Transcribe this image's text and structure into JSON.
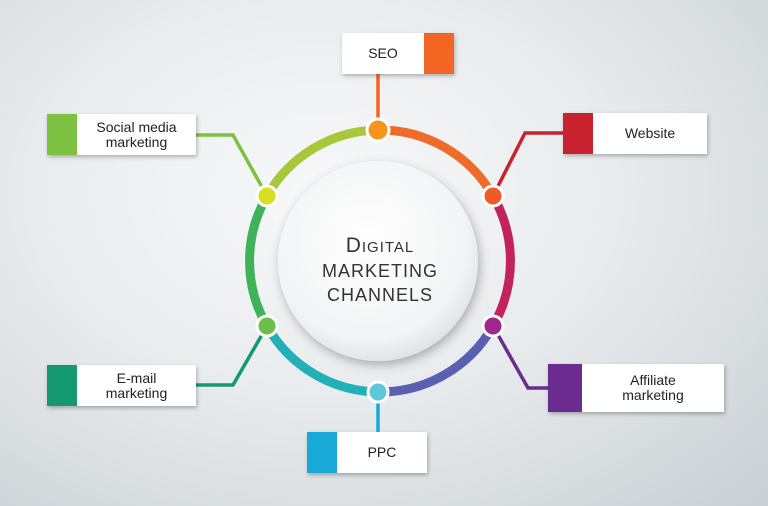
{
  "center": {
    "line1": "Digital",
    "line2": "MARKETING",
    "line3": "CHANNELS"
  },
  "channels": [
    {
      "key": "seo",
      "label": "SEO",
      "color": "#f26522"
    },
    {
      "key": "website",
      "label": "Website",
      "color": "#c8222e"
    },
    {
      "key": "affiliate",
      "label": "Affiliate\nmarketing",
      "color": "#6a2c8e"
    },
    {
      "key": "ppc",
      "label": "PPC",
      "color": "#18a9d6"
    },
    {
      "key": "email",
      "label": "E-mail\nmarketing",
      "color": "#15996f"
    },
    {
      "key": "social",
      "label": "Social media\nmarketing",
      "color": "#7cc142"
    }
  ],
  "ring_colors": {
    "top": "#f7941d",
    "right": "#c2185b",
    "bottom": "#26b3c7",
    "left": "#7dc242"
  },
  "node_colors": {
    "seo": "#f7941d",
    "website": "#f05a28",
    "affiliate": "#a0288c",
    "ppc": "#5ec8d8",
    "email": "#6cbf4a",
    "social": "#d7df23"
  }
}
